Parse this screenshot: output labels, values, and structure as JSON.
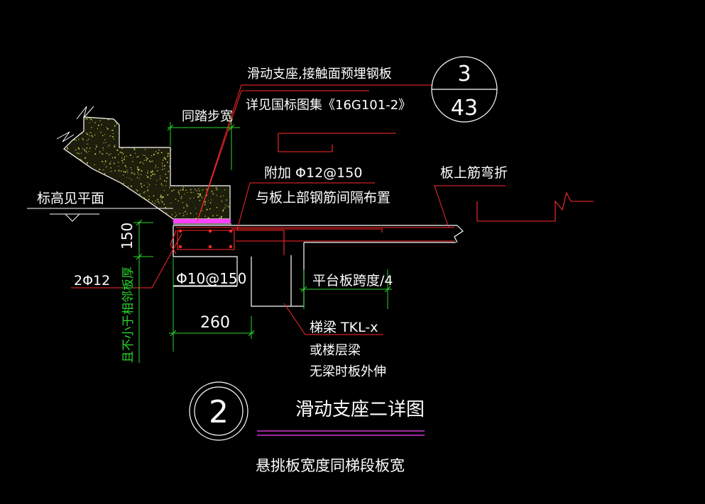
{
  "detail_marker": {
    "top": "3",
    "bottom": "43"
  },
  "detail_number": "2",
  "title": "滑动支座二详图",
  "subtitle": "悬挑板宽度同梯段板宽",
  "annotations": {
    "support_note_1": "滑动支座,接触面预埋钢板",
    "support_note_2": "详见国标图集《16G101-2》",
    "tread_width": "同踏步宽",
    "additional_rebar_1": "附加 Φ12@150",
    "additional_rebar_2": "与板上部钢筋间隔布置",
    "slab_top_bend": "板上筋弯折",
    "elevation_note": "标高见平面",
    "dim_150": "150",
    "bottom_bars": "2Φ12",
    "stirrups": "Φ10@150",
    "dim_260": "260",
    "platform_span": "平台板跨度/4",
    "beam_note_1": "梯梁 TKL-x",
    "beam_note_2": "或楼层梁",
    "beam_note_3": "无梁时板外伸",
    "thickness_note": "且不小于相邻板厚"
  },
  "colors": {
    "background": "#000000",
    "concrete_fill": "#1e1e0c",
    "hatch": "#c8c850",
    "rebar": "#ff2a2a",
    "outline": "#ffffff",
    "dimension": "#2bd62b",
    "steel_plate": "#ff40ff",
    "title_underline": "#ff40ff"
  }
}
